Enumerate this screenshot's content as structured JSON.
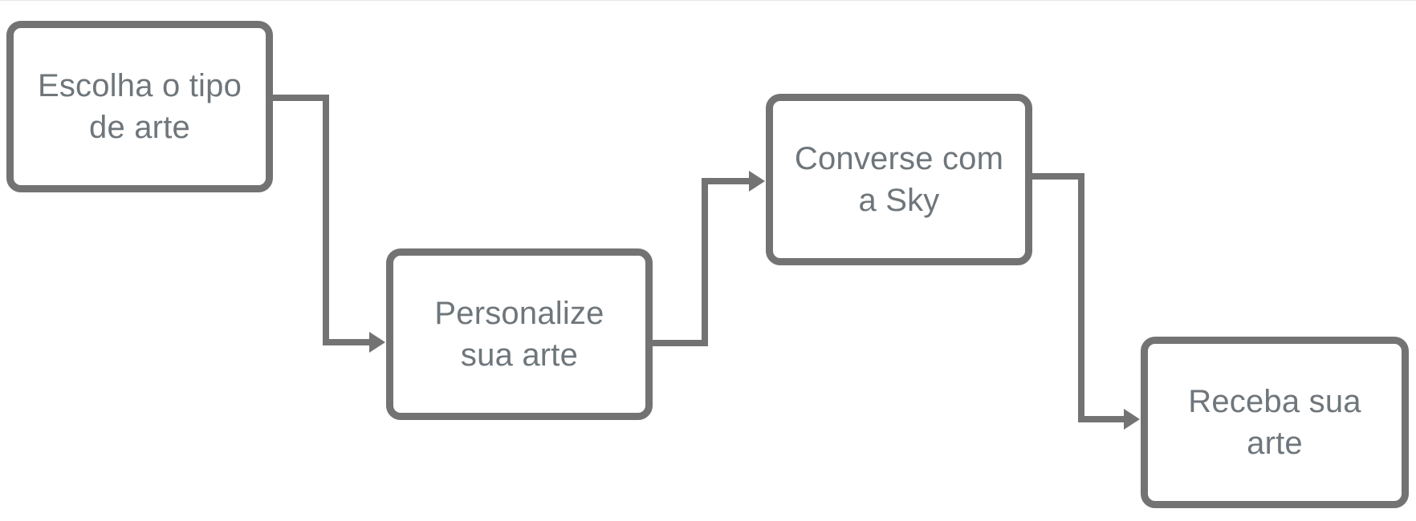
{
  "steps": [
    {
      "label": "Escolha o tipo de arte"
    },
    {
      "label": "Personalize sua arte"
    },
    {
      "label": "Converse com a Sky"
    },
    {
      "label": "Receba sua arte"
    }
  ],
  "colors": {
    "box_border": "#737373",
    "connector": "#737373",
    "text": "#6f767b",
    "background": "#ffffff"
  }
}
